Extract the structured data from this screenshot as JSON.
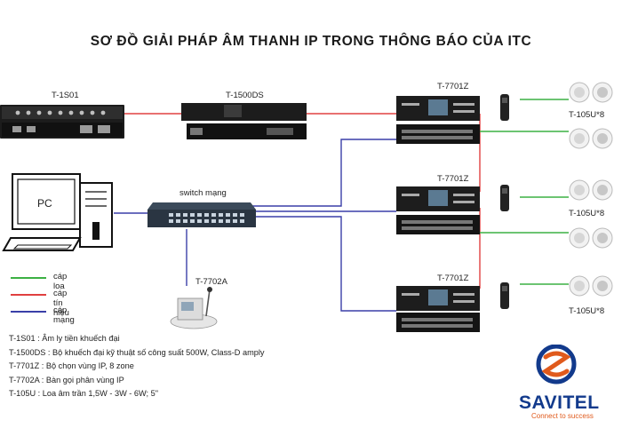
{
  "title": "SƠ ĐỒ GIẢI PHÁP ÂM THANH IP TRONG THÔNG BÁO CỦA ITC",
  "devices": {
    "preamp": "T-1S01",
    "amplifier": "T-1500DS",
    "pc": "PC",
    "switch": "switch mạng",
    "paging": "T-7702A",
    "zone_1": "T-7701Z",
    "zone_2": "T-7701Z",
    "zone_3": "T-7701Z",
    "speaker_1": "T-105U*8",
    "speaker_2": "T-105U*8",
    "speaker_3": "T-105U*8"
  },
  "legend": {
    "speaker_cable": "cáp loa",
    "signal_cable": "cáp tín hiệu",
    "network_cable": "cáp mạng"
  },
  "legend_colors": {
    "speaker_cable": "#3cb043",
    "signal_cable": "#e04040",
    "network_cable": "#3a3fa8"
  },
  "notes": [
    "T-1S01 : Âm ly tiền khuếch đại",
    "T-1500DS : Bộ khuếch đại kỹ thuật số công suất 500W, Class-D amply",
    "T-7701Z : Bộ chọn vùng IP, 8 zone",
    "T-7702A : Bàn gọi phân vùng IP",
    "T-105U : Loa âm trần 1,5W - 3W - 6W; 5\""
  ],
  "brand": {
    "name": "SAVITEL",
    "tagline": "Connect to success",
    "colors": {
      "blue": "#123a8c",
      "orange": "#e05a1c"
    }
  }
}
